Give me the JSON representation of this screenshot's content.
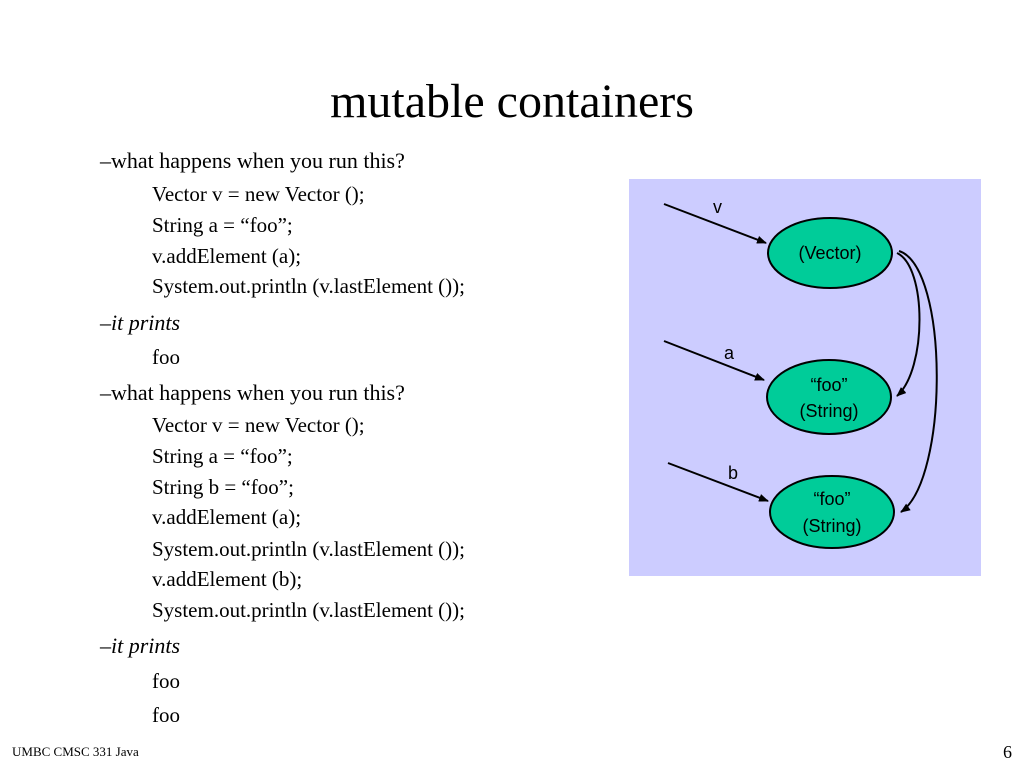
{
  "slide": {
    "title": "mutable containers",
    "lines": [
      "–what happens when you run this?",
      "Vector v = new Vector ();",
      "String a = “foo”;",
      "v.addElement (a);",
      "System.out.println (v.lastElement ());",
      "–",
      "it prints",
      "foo",
      "–what happens when you run this?",
      "Vector v = new Vector ();",
      "String a = “foo”;",
      "String b = “foo”;",
      "v.addElement (a);",
      "System.out.println (v.lastElement ());",
      "v.addElement (b);",
      "System.out.println (v.lastElement ());",
      "–",
      "it prints",
      "foo",
      "foo"
    ]
  },
  "diagram": {
    "background": "#ccccff",
    "node_color": "#00cc99",
    "labels": {
      "v": "v",
      "a": "a",
      "b": "b"
    },
    "nodes": {
      "vector": "(Vector)",
      "str1_line1": "“foo”",
      "str1_line2": "(String)",
      "str2_line1": "“foo”",
      "str2_line2": "(String)"
    }
  },
  "footer": {
    "course": "UMBC CMSC 331 Java",
    "page": "6"
  }
}
